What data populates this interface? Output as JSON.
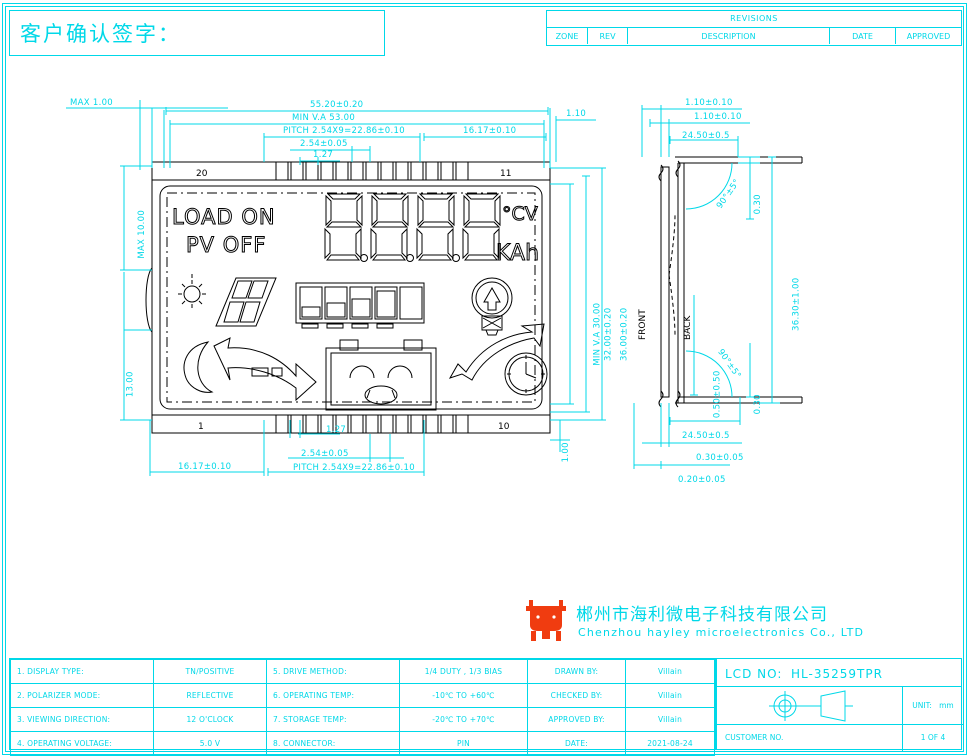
{
  "drawing": {
    "signoff_title": "客户确认签字：",
    "revisions": {
      "title": "REVISIONS",
      "columns": [
        "ZONE",
        "REV",
        "DESCRIPTION",
        "DATE",
        "APPROVED"
      ]
    },
    "front_view": {
      "pin_labels": {
        "top_left": "20",
        "top_right": "11",
        "bottom_left": "1",
        "bottom_right": "10"
      },
      "lcd_segments": {
        "load_on": "LOAD ON",
        "pv_off": "PV OFF",
        "digits": "8.8.8.8",
        "unit_top": "°CV",
        "unit_bottom": "KAh"
      },
      "icons": [
        {
          "name": "sun-icon",
          "label": "sun"
        },
        {
          "name": "solar-panel-icon",
          "label": "solar panel"
        },
        {
          "name": "battery-level-icon",
          "label": "battery level bars"
        },
        {
          "name": "lightbulb-icon",
          "label": "light bulb"
        },
        {
          "name": "moon-icon",
          "label": "moon"
        },
        {
          "name": "arrow-right-icon",
          "label": "arrow right"
        },
        {
          "name": "battery-face-icon",
          "label": "battery face"
        },
        {
          "name": "arrow-up-right-icon",
          "label": "arrow up right"
        },
        {
          "name": "clock-icon",
          "label": "clock"
        }
      ]
    },
    "dimensions": {
      "top": [
        "MAX 1.00",
        "55.20±0.20",
        "MIN V.A 53.00",
        "PITCH 2.54X9=22.86±0.10",
        "16.17±0.10",
        "2.54±0.05",
        "1.27",
        "1.10"
      ],
      "left": [
        "MAX 10.00",
        "13.00"
      ],
      "right": [
        "MIN V.A 30.00",
        "32.00±0.20",
        "36.00±0.20",
        "1.00"
      ],
      "bottom": [
        "1.27",
        "2.54±0.05",
        "16.17±0.10",
        "PITCH 2.54X9=22.86±0.10"
      ],
      "side_view": [
        "1.10±0.10",
        "1.10±0.10",
        "24.50±0.5",
        "0.30",
        "36.30±1.00",
        "90°±5°",
        "0.50±0.50",
        "90°±5°",
        "0.30",
        "24.50±0.5",
        "0.30±0.05",
        "0.20±0.05"
      ],
      "side_view_labels": {
        "front": "FRONT",
        "back": "BACK"
      }
    },
    "spec_table": {
      "rows": [
        {
          "k1": "1. DISPLAY TYPE:",
          "v1": "TN/POSITIVE",
          "k2": "5. DRIVE METHOD:",
          "v2": "1/4 DUTY , 1/3 BIAS"
        },
        {
          "k1": "2. POLARIZER MODE:",
          "v1": "REFLECTIVE",
          "k2": "6. OPERATING TEMP:",
          "v2": "-10℃ TO +60℃"
        },
        {
          "k1": "3. VIEWING DIRECTION:",
          "v1": "12 O'CLOCK",
          "k2": "7. STORAGE TEMP:",
          "v2": "-20℃ TO +70℃"
        },
        {
          "k1": "4. OPERATING VOLTAGE:",
          "v1": "5.0 V",
          "k2": "8. CONNECTOR:",
          "v2": "PIN"
        }
      ],
      "approval_rows": [
        {
          "k": "DRAWN BY:",
          "v": "Villain"
        },
        {
          "k": "CHECKED BY:",
          "v": "Villain"
        },
        {
          "k": "APPROVED BY:",
          "v": "Villain"
        },
        {
          "k": "DATE:",
          "v": "2021-08-24"
        }
      ]
    },
    "title_block": {
      "lcd_no_label": "LCD NO:",
      "lcd_no_value": "HL-35259TPR",
      "unit_label": "UNIT:",
      "unit_value": "mm",
      "customer_no_label": "CUSTOMER NO.",
      "page_label": "1 OF 4",
      "projection_symbol": "first-angle-projection-icon"
    },
    "company": {
      "name_cn": "郴州市海利微电子科技有限公司",
      "name_en": "Chenzhou hayley microelectronics Co., LTD",
      "logo_color": "#f03c10"
    },
    "colors": {
      "line": "#00d8e8",
      "black": "#000000",
      "logo": "#f03c10"
    }
  }
}
